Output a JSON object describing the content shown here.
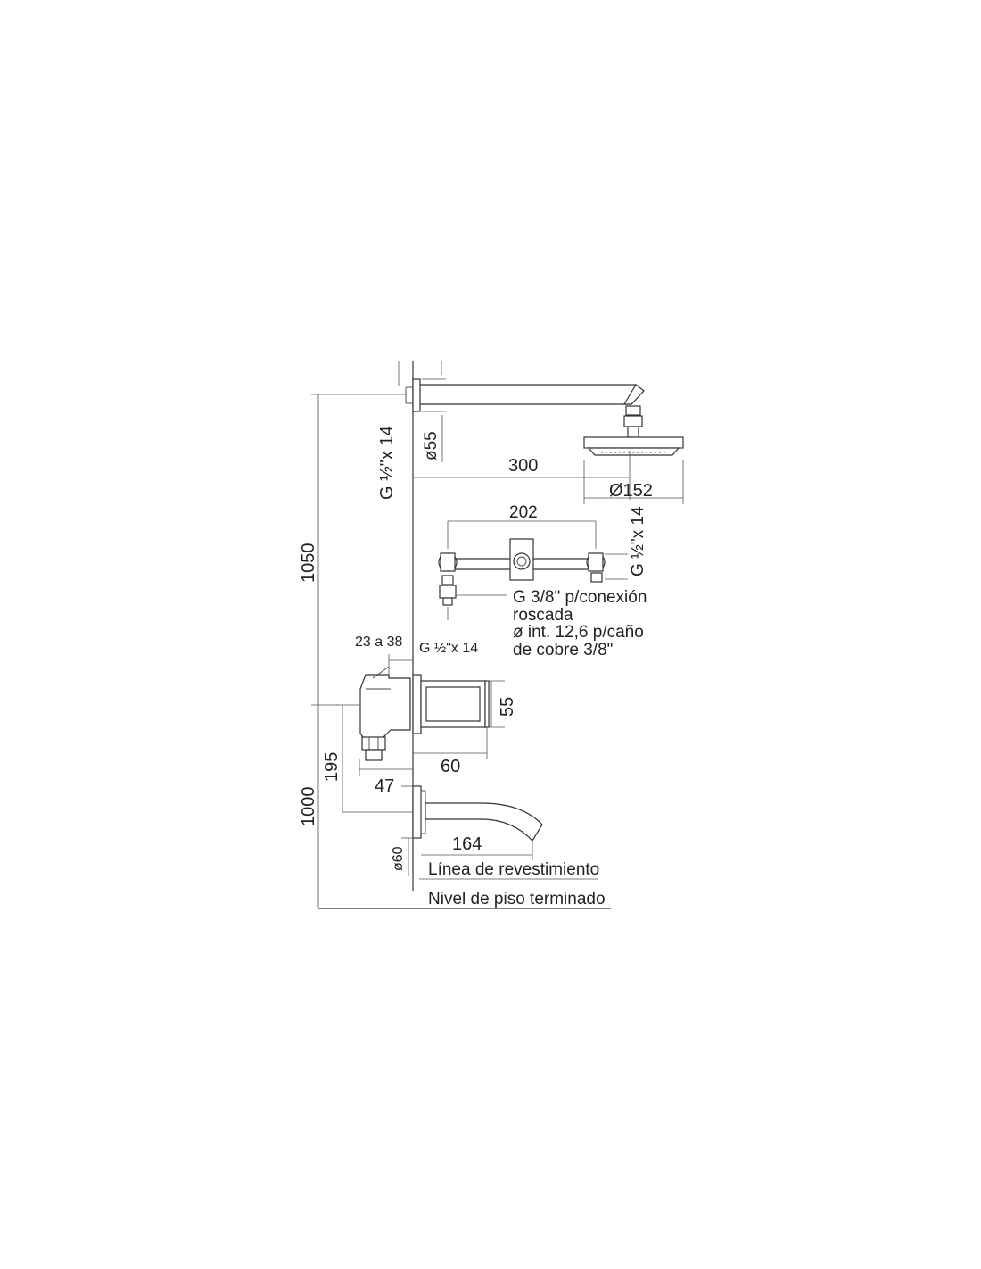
{
  "dimensions": {
    "height_total": "1050",
    "height_spout": "1000",
    "height_mixer": "195",
    "shower_arm_length": "300",
    "shower_head_diameter": "Ø152",
    "flange_diameter_top": "ø55",
    "thread_top": "G ½\"x 14",
    "valve_spacing": "202",
    "thread_valve": "G ½\"x 14",
    "connection_note": [
      "G 3/8\" p/conexión",
      "roscada",
      "ø int. 12,6 p/caño",
      "de cobre 3/8\""
    ],
    "wall_range": "23 a 38",
    "thread_mixer": "G ½\"x 14",
    "mixer_height": "55",
    "mixer_depth": "60",
    "mixer_offset": "47",
    "spout_length": "164",
    "flange_diameter_bottom": "ø60"
  },
  "labels": {
    "finish_line": "Línea de revestimiento",
    "floor_level": "Nivel de piso terminado"
  }
}
